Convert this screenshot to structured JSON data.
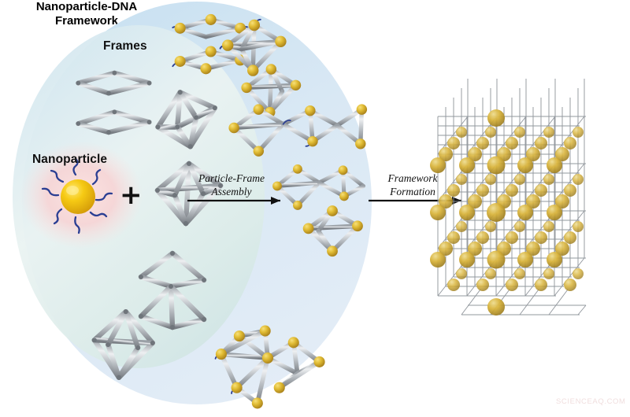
{
  "figure": {
    "domain": "scientific-illustration",
    "labels": {
      "frames": "Frames",
      "nanoparticle": "Nanoparticle",
      "framework_title_line1": "Nanoparticle-DNA",
      "framework_title_line2": "Framework",
      "plus": "+"
    },
    "arrows": [
      {
        "name": "particle-frame-assembly",
        "line1": "Particle-Frame",
        "line2": "Assembly"
      },
      {
        "name": "framework-formation",
        "line1": "Framework",
        "line2": "Formation"
      }
    ],
    "watermark": "SCIENCEAQ.COM"
  },
  "colors": {
    "background": "#ffffff",
    "ellipse_outer_top": "#cfe4f2",
    "ellipse_outer_bottom": "#dfe9f5",
    "ellipse_inner_top": "#d7e9f1",
    "ellipse_inner_bottom": "#e9f2ee",
    "pink_glow": "#f7d7d8",
    "gold_particle": "#f2c40b",
    "gold_particle_dark": "#c8921a",
    "gold_lattice_sphere": "#d9ae34",
    "dna_strand": "#2b3f93",
    "strut_light": "#e6e8ea",
    "strut_mid": "#a9adb2",
    "strut_dark": "#7b8086",
    "lattice_line": "#8b9196",
    "text": "#111111",
    "watermark": "#f0dede"
  },
  "chart_data": {
    "type": "diagram",
    "title": "DNA-frame nanoparticle self-assembly schematic",
    "stages": [
      {
        "index": 1,
        "name": "components",
        "contents": [
          "nanoparticle with DNA strands",
          "polyhedral DNA frames"
        ]
      },
      {
        "index": 2,
        "name": "particle-frame-assembly",
        "contents": [
          "frames with nanoparticles bound at vertices"
        ]
      },
      {
        "index": 3,
        "name": "framework-formation",
        "contents": [
          "ordered 3D nanoparticle-DNA lattice"
        ]
      }
    ],
    "lattice": {
      "rows": 5,
      "cols": 5,
      "layers": 5,
      "sphere_count": 81
    }
  }
}
